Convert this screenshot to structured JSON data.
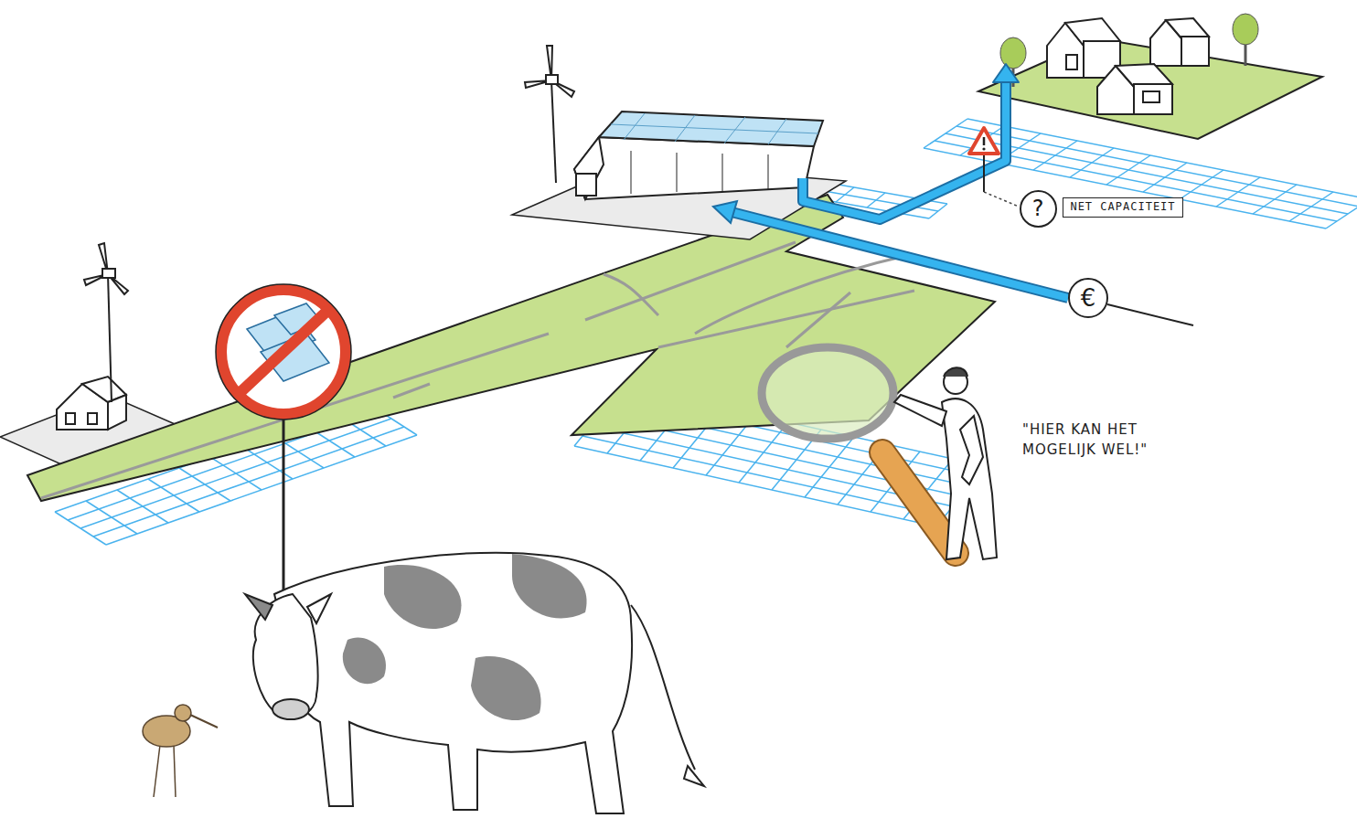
{
  "diagram": {
    "nodes": [
      {
        "text": [
          "?"
        ]
      },
      {
        "text": [
          "NET CAPACITEIT"
        ]
      },
      {
        "text": [
          "€"
        ]
      }
    ],
    "labels": [
      "\"HIER KAN HET MOGELIJK WEL!\""
    ]
  }
}
